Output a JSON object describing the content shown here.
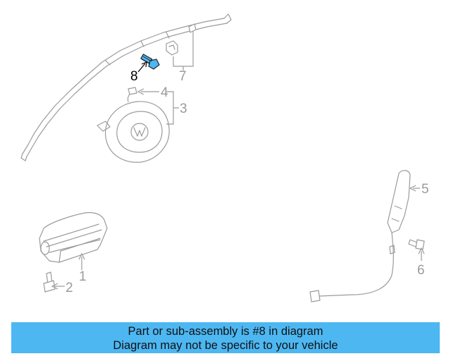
{
  "highlight_color": "#4db7f2",
  "banner_color": "#4db7f2",
  "part_color": "#9b9b9b",
  "callouts": [
    "1",
    "2",
    "3",
    "4",
    "5",
    "6",
    "7",
    "8"
  ],
  "highlighted_callout": "8",
  "banner": {
    "line1": "Part or sub-assembly is #8 in diagram",
    "line2": "Diagram may not be specific to your vehicle"
  }
}
